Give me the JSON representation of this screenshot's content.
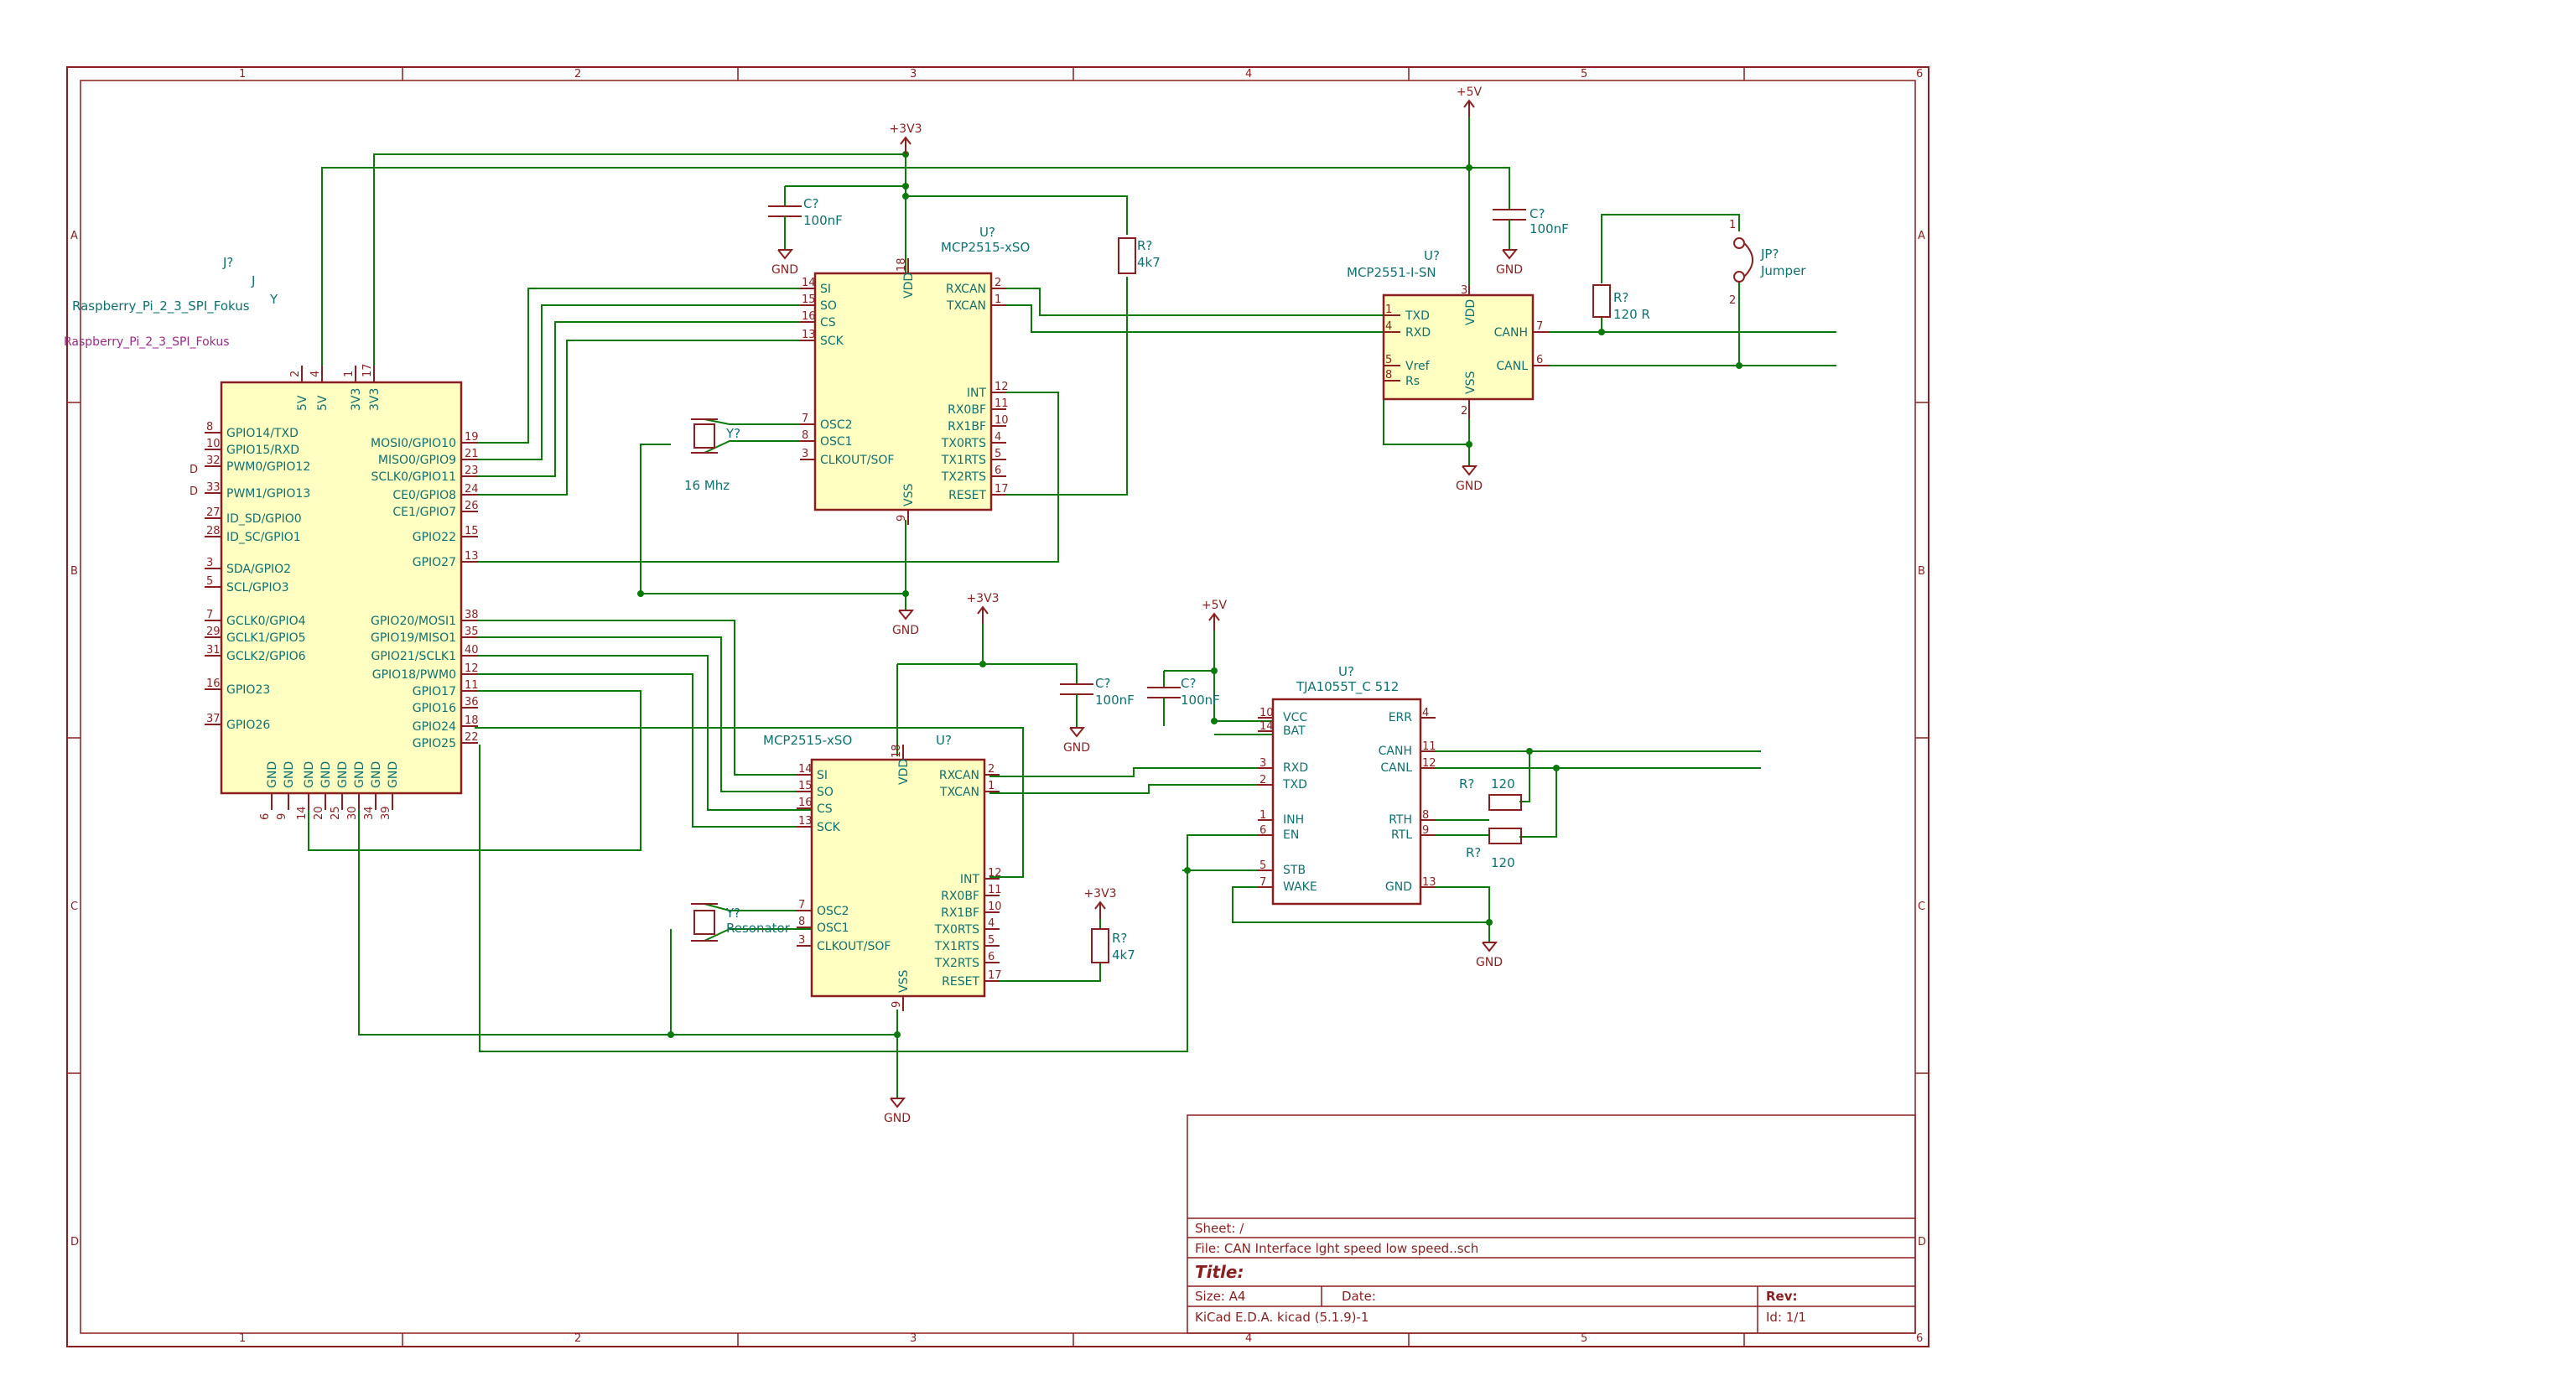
{
  "title_block": {
    "sheet": "Sheet: /",
    "file": "File: CAN Interface lght speed low speed..sch",
    "title": "Title:",
    "size": "Size: A4",
    "date": "Date:",
    "rev": "Rev:",
    "tool": "KiCad E.D.A.  kicad (5.1.9)-1",
    "id": "Id: 1/1"
  },
  "zones": {
    "cols": [
      "1",
      "2",
      "3",
      "4",
      "5",
      "6"
    ],
    "rows": [
      "A",
      "B",
      "C",
      "D"
    ]
  },
  "labels": {
    "j_ref": "J?",
    "rpi1": "Raspberry_Pi_2_3_SPI_Fokus",
    "rpi2": "Raspberry_Pi_2_3_SPI_Fokus",
    "u1_ref": "U?",
    "u1_val": "MCP2515-xSO",
    "u2_ref": "U?",
    "u2_val": "MCP2515-xSO",
    "u3_ref": "U?",
    "u3_val": "MCP2551-I-SN",
    "u4_ref": "U?",
    "u4_val": "TJA1055T_C 512",
    "c1_ref": "C?",
    "c1_val": "100nF",
    "c2_ref": "C?",
    "c2_val": "100nF",
    "c3_ref": "C?",
    "c3_val": "100nF",
    "c4_ref": "C?",
    "c4_val": "100nF",
    "r1_ref": "R?",
    "r1_val": "4k7",
    "r2_ref": "R?",
    "r2_val": "4k7",
    "r3_ref": "R?",
    "r3_val": "120 R",
    "r4_ref": "R?",
    "r4_val": "120",
    "r5_ref": "R?",
    "r5_val": "120",
    "y1_ref": "Y?",
    "y1_val": "16 Mhz",
    "y2_ref": "Y?",
    "y2_val": "Resonator",
    "jp_ref": "JP?",
    "jp_val": "Jumper",
    "pwr_3v3": "+3V3",
    "pwr_5v": "+5V",
    "gnd": "GND"
  },
  "rpi_pins_left": [
    {
      "num": "8",
      "name": "GPIO14/TXD"
    },
    {
      "num": "10",
      "name": "GPIO15/RXD"
    },
    {
      "num": "32",
      "name": "PWM0/GPIO12"
    },
    {
      "num": "33",
      "name": "PWM1/GPIO13"
    },
    {
      "num": "27",
      "name": "ID_SD/GPIO0"
    },
    {
      "num": "28",
      "name": "ID_SC/GPIO1"
    },
    {
      "num": "3",
      "name": "SDA/GPIO2"
    },
    {
      "num": "5",
      "name": "SCL/GPIO3"
    },
    {
      "num": "7",
      "name": "GCLK0/GPIO4"
    },
    {
      "num": "29",
      "name": "GCLK1/GPIO5"
    },
    {
      "num": "31",
      "name": "GCLK2/GPIO6"
    },
    {
      "num": "16",
      "name": "GPIO23"
    },
    {
      "num": "37",
      "name": "GPIO26"
    }
  ],
  "rpi_pins_right": [
    {
      "num": "19",
      "name": "MOSI0/GPIO10"
    },
    {
      "num": "21",
      "name": "MISO0/GPIO9"
    },
    {
      "num": "23",
      "name": "SCLK0/GPIO11"
    },
    {
      "num": "24",
      "name": "CE0/GPIO8"
    },
    {
      "num": "26",
      "name": "CE1/GPIO7"
    },
    {
      "num": "15",
      "name": "GPIO22"
    },
    {
      "num": "13",
      "name": "GPIO27"
    },
    {
      "num": "38",
      "name": "GPIO20/MOSI1"
    },
    {
      "num": "35",
      "name": "GPIO19/MISO1"
    },
    {
      "num": "40",
      "name": "GPIO21/SCLK1"
    },
    {
      "num": "12",
      "name": "GPIO18/PWM0"
    },
    {
      "num": "11",
      "name": "GPIO17"
    },
    {
      "num": "36",
      "name": "GPIO16"
    },
    {
      "num": "18",
      "name": "GPIO24"
    },
    {
      "num": "22",
      "name": "GPIO25"
    }
  ],
  "rpi_pins_top": [
    {
      "num": "2",
      "name": "5V"
    },
    {
      "num": "4",
      "name": "5V"
    },
    {
      "num": "1",
      "name": "3V3"
    },
    {
      "num": "17",
      "name": "3V3"
    }
  ],
  "rpi_pins_bottom": [
    "6",
    "9",
    "14",
    "20",
    "25",
    "30",
    "34",
    "39"
  ],
  "rpi_gnd_names": [
    "GND",
    "GND",
    "GND",
    "GND",
    "GND",
    "GND",
    "GND",
    "GND"
  ],
  "mcp_left": [
    {
      "num": "14",
      "name": "SI"
    },
    {
      "num": "15",
      "name": "SO"
    },
    {
      "num": "16",
      "name": "CS"
    },
    {
      "num": "13",
      "name": "SCK"
    },
    {
      "num": "7",
      "name": "OSC2"
    },
    {
      "num": "8",
      "name": "OSC1"
    },
    {
      "num": "3",
      "name": "CLKOUT/SOF"
    }
  ],
  "mcp_right": [
    {
      "num": "2",
      "name": "RXCAN"
    },
    {
      "num": "1",
      "name": "TXCAN"
    },
    {
      "num": "12",
      "name": "INT"
    },
    {
      "num": "11",
      "name": "RX0BF"
    },
    {
      "num": "10",
      "name": "RX1BF"
    },
    {
      "num": "4",
      "name": "TX0RTS"
    },
    {
      "num": "5",
      "name": "TX1RTS"
    },
    {
      "num": "6",
      "name": "TX2RTS"
    },
    {
      "num": "17",
      "name": "RESET"
    }
  ],
  "mcp_vdd": {
    "num": "18",
    "name": "VDD"
  },
  "mcp_vss": {
    "num": "9",
    "name": "VSS"
  },
  "mcp2551": {
    "left": [
      {
        "num": "1",
        "name": "TXD"
      },
      {
        "num": "4",
        "name": "RXD"
      },
      {
        "num": "5",
        "name": "Vref"
      },
      {
        "num": "8",
        "name": "Rs"
      }
    ],
    "right": [
      {
        "num": "7",
        "name": "CANH"
      },
      {
        "num": "6",
        "name": "CANL"
      }
    ],
    "vdd": {
      "num": "3",
      "name": "VDD"
    },
    "vss": {
      "num": "2",
      "name": "VSS"
    }
  },
  "tja": {
    "left": [
      {
        "num": "10",
        "name": "VCC"
      },
      {
        "num": "14",
        "name": "BAT"
      },
      {
        "num": "3",
        "name": "RXD"
      },
      {
        "num": "2",
        "name": "TXD"
      },
      {
        "num": "1",
        "name": "INH"
      },
      {
        "num": "6",
        "name": "EN"
      },
      {
        "num": "5",
        "name": "STB"
      },
      {
        "num": "7",
        "name": "WAKE"
      }
    ],
    "right": [
      {
        "num": "4",
        "name": "ERR"
      },
      {
        "num": "11",
        "name": "CANH"
      },
      {
        "num": "12",
        "name": "CANL"
      },
      {
        "num": "8",
        "name": "RTH"
      },
      {
        "num": "9",
        "name": "RTL"
      },
      {
        "num": "13",
        "name": "GND"
      }
    ]
  },
  "jumper_pins": [
    "1",
    "2"
  ]
}
